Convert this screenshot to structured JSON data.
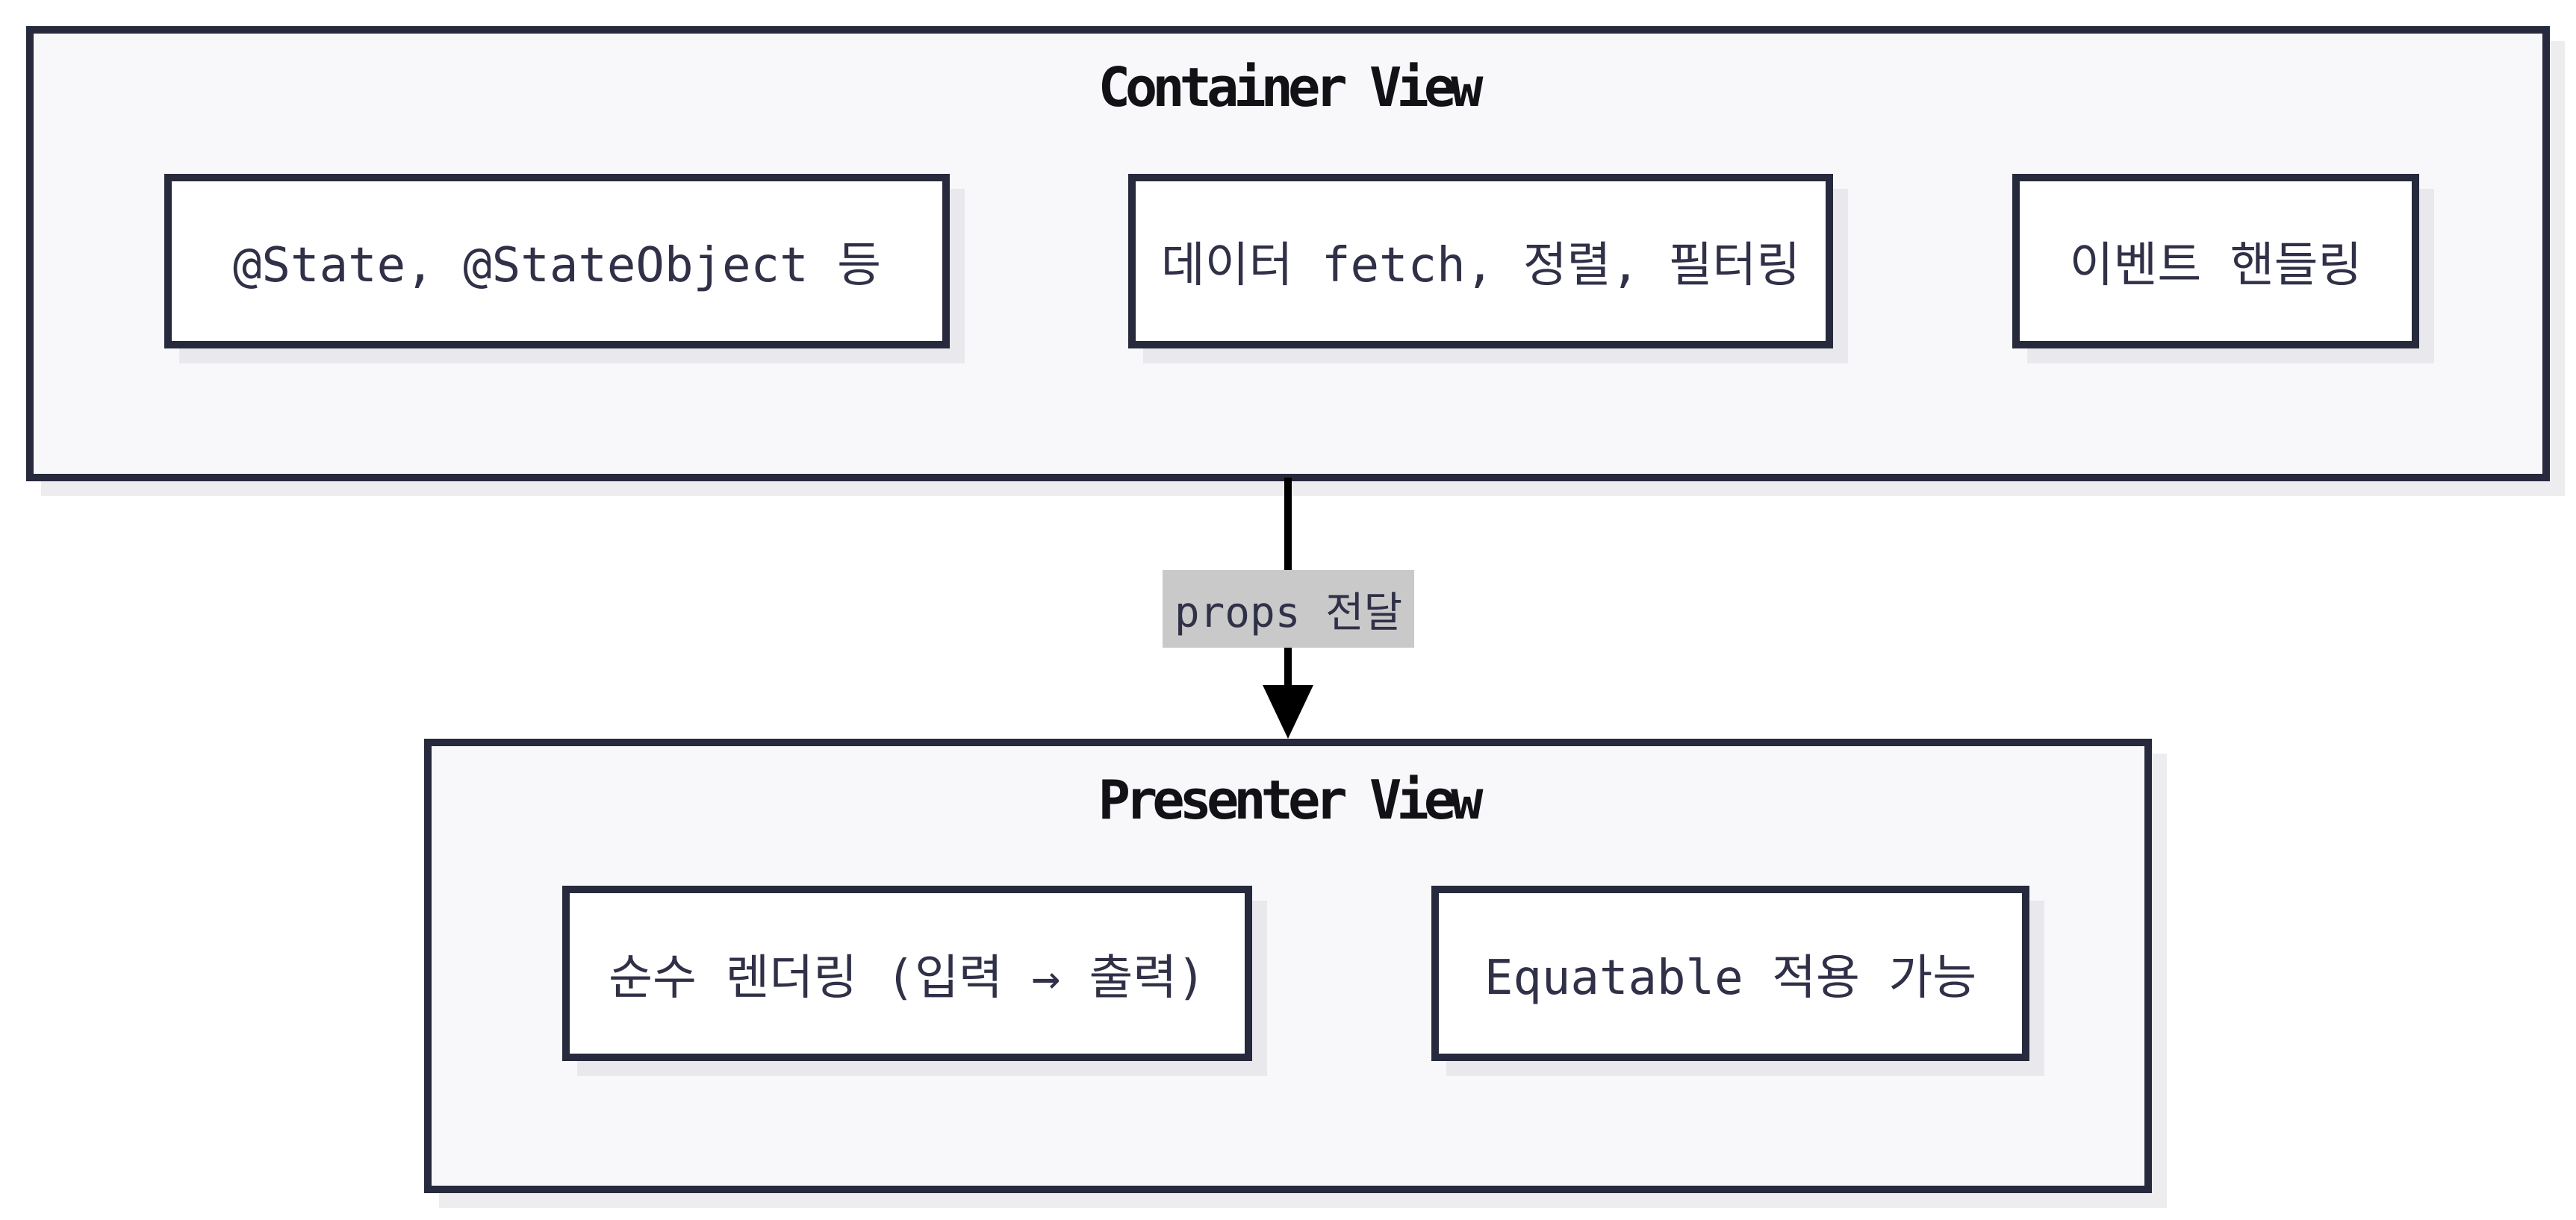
{
  "container": {
    "title": "Container View",
    "nodes": [
      "@State, @StateObject 등",
      "데이터 fetch, 정렬, 필터링",
      "이벤트 핸들링"
    ]
  },
  "edge": {
    "label": "props 전달"
  },
  "presenter": {
    "title": "Presenter View",
    "nodes": [
      "순수 렌더링 (입력 → 출력)",
      "Equatable 적용 가능"
    ]
  },
  "colors": {
    "box_border": "#272a3d",
    "node_text": "#303048",
    "title_text": "#121216",
    "group_fill": "#f8f8fa",
    "node_fill": "#ffffff",
    "node_shadow": "#e9e9ed",
    "edge_label_bg": "#c9c9c9",
    "arrow": "#000000",
    "page_bg": "#ffffff"
  }
}
